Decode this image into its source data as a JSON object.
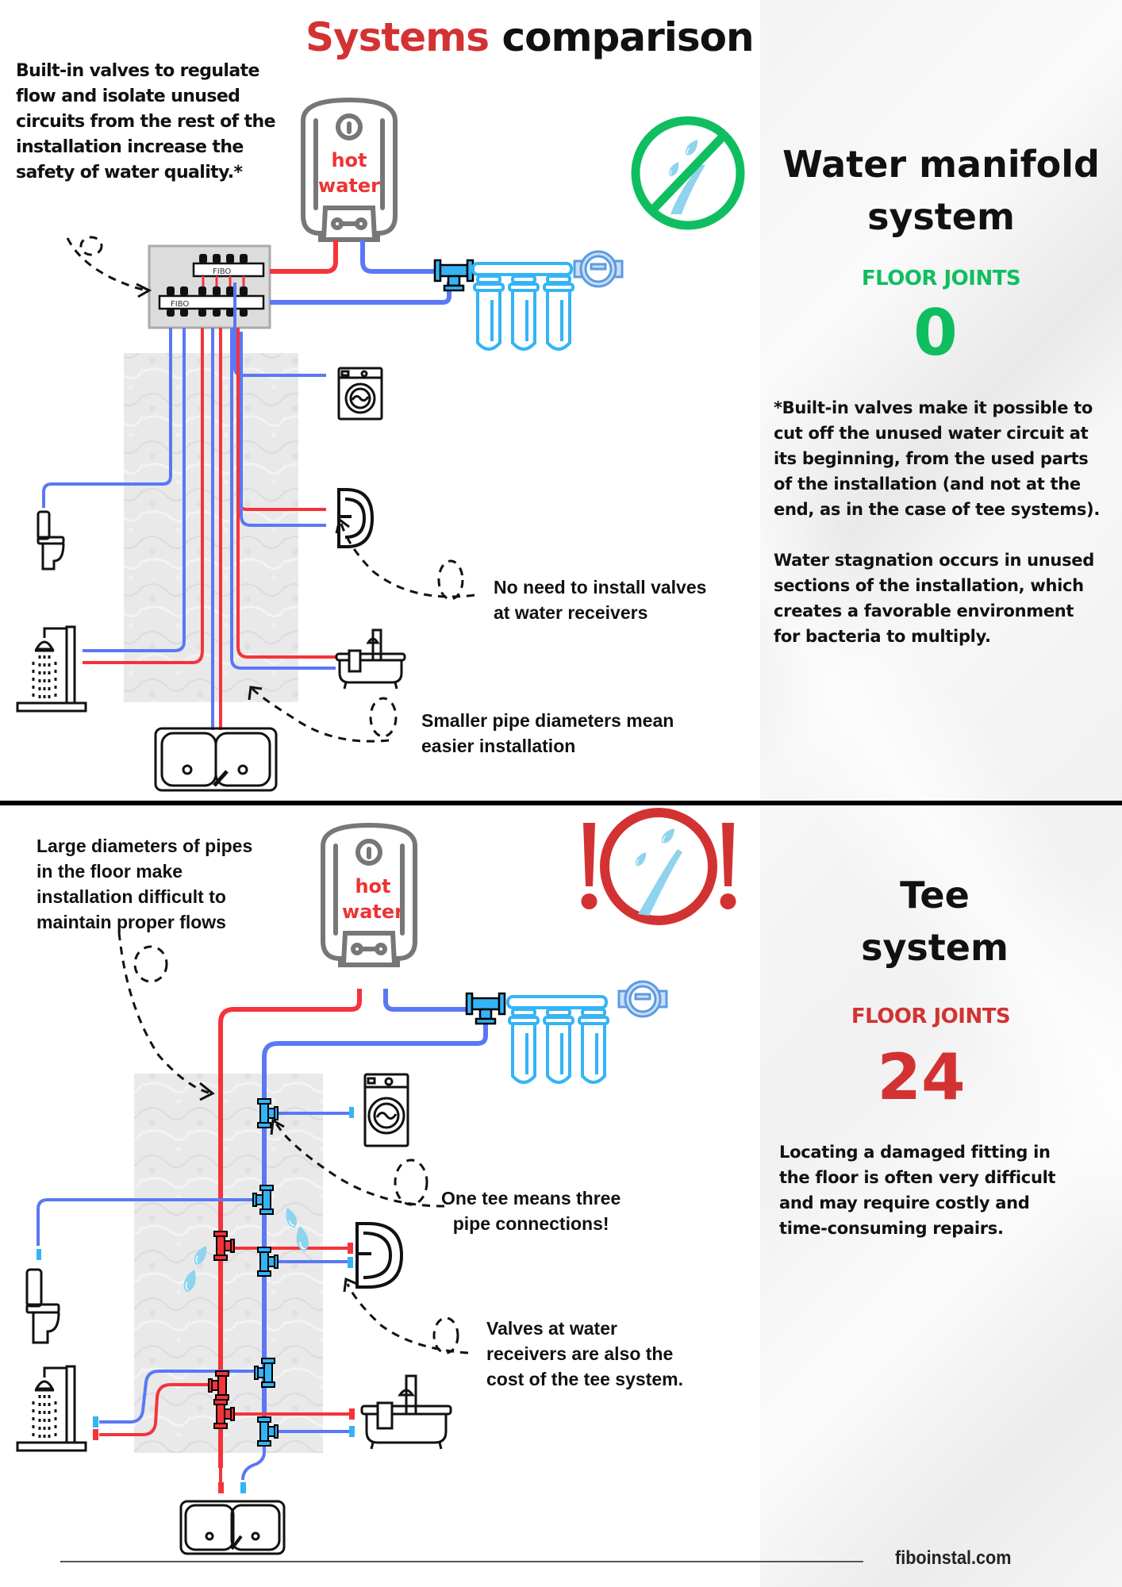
{
  "title": {
    "part1": "Systems",
    "part2": "comparison"
  },
  "colors": {
    "title_red": "#d33232",
    "hot_pipe": "#f5333b",
    "cold_pipe": "#5a78f5",
    "green": "#0fbe5f",
    "red_accent": "#d33232",
    "filter_blue": "#35b4f5",
    "droplet": "#8fd3ee"
  },
  "manifold_section": {
    "note_top_left": [
      "Built-in valves to regulate",
      "flow and isolate unused",
      "circuits from the rest of the",
      "installation increase the",
      "safety of water quality.*"
    ],
    "heater_label": [
      "hot",
      "water"
    ],
    "manifold_brand": "FIBO",
    "icon_status": "no-leak-icon",
    "callout_valves": [
      "No need to install valves",
      "at water receivers"
    ],
    "callout_diameters": [
      "Smaller pipe diameters mean",
      "easier installation"
    ],
    "panel": {
      "title": [
        "Water manifold",
        "system"
      ],
      "joints_label": "FLOOR JOINTS",
      "joints_value": "0",
      "paragraph1": [
        "*Built-in valves make it possible to",
        "cut off the unused water circuit at",
        "its beginning, from the used parts",
        "of the installation (and not at the",
        "end, as in the case of tee systems)."
      ],
      "paragraph2": [
        "Water stagnation occurs in unused",
        "sections of the installation, which",
        "creates a favorable environment",
        "for bacteria to multiply."
      ]
    },
    "fixtures": [
      "washing-machine",
      "sink",
      "toilet",
      "shower",
      "bathtub",
      "double-kitchen-sink"
    ]
  },
  "tee_section": {
    "note_top_left": [
      "Large diameters of pipes",
      "in the floor make",
      "installation difficult to",
      "maintain proper flows"
    ],
    "heater_label": [
      "hot",
      "water"
    ],
    "icon_status": "leak-warning-icon",
    "callout_tee": [
      "One tee means three",
      "pipe connections!"
    ],
    "callout_valves": [
      "Valves at water",
      "receivers are also the",
      "cost of the tee system."
    ],
    "panel": {
      "title": [
        "Tee",
        "system"
      ],
      "joints_label": "FLOOR JOINTS",
      "joints_value": "24",
      "paragraph": [
        "Locating a damaged fitting in",
        "the floor is often very difficult",
        "and may require costly and",
        "time-consuming repairs."
      ]
    },
    "fixtures": [
      "washing-machine",
      "sink",
      "toilet",
      "shower",
      "bathtub",
      "double-kitchen-sink"
    ]
  },
  "footer": {
    "site": "fiboinstal.com"
  }
}
